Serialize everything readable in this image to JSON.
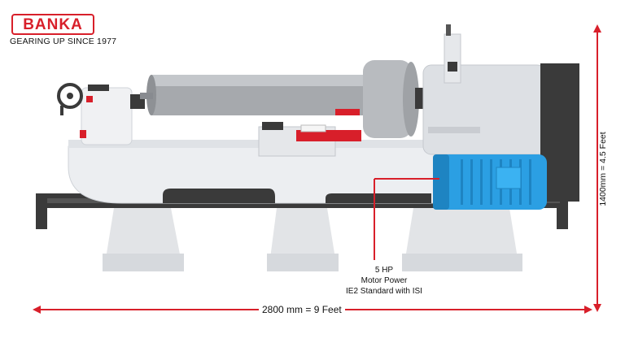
{
  "brand": {
    "logo_text": "BANKA",
    "tagline": "GEARING UP SINCE 1977"
  },
  "dimensions": {
    "width_label": "2800 mm = 9 Feet",
    "height_label": "1400mm = 4.5 Feet"
  },
  "motor_callout": {
    "lines": [
      "5 HP",
      "Motor Power",
      "IE2 Standard with ISI"
    ]
  },
  "colors": {
    "accent_red": "#d81f2a",
    "motor_blue": "#2b9fe3",
    "frame_dark": "#3a3a3a",
    "body_light": "#e8eaed"
  }
}
